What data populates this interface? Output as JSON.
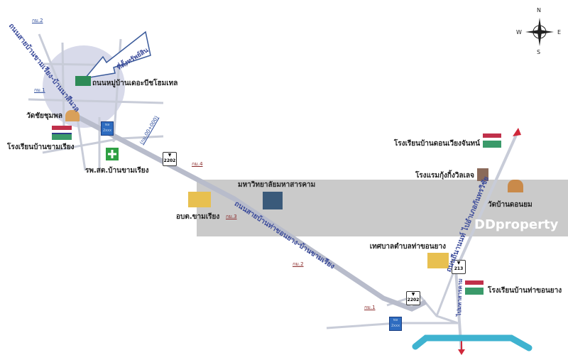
{
  "title_arrow": "ที่ตั้งทรัพย์สิน",
  "places": {
    "property": "ถนนหมู่บ้านเดอะบีชโฮมเทล",
    "temple1": "วัดชัยชุมพล",
    "school1": "โรงเรียนบ้านขามเรียง",
    "hospital": "รพ.สต.บ้านขามเรียง",
    "university": "มหาวิทยาลัยมหาสารคาม",
    "sao": "อบต.ขามเรียง",
    "school2": "โรงเรียนบ้านดอนเวียงจันทน์",
    "hotel": "โรงแรมกุ้งกิ้งวิลเลจ",
    "temple2": "วัดบ้านดอนยม",
    "municipality": "เทศบาลตำบลท่าขอนยาง",
    "school3": "โรงเรียนบ้านท่าขอนยาง"
  },
  "roads": {
    "r1": "ถนนสายบ้านขามเรียง-บ้านนาสีนวล",
    "r2": "ถนนสายบ้านท่าขอนยาง-บ้านขามเรียง",
    "r3": "ถนนถีนานนท์ ไปอำเภอกันทรวิชัย",
    "r4": "ไปมหาสารคาม"
  },
  "km": {
    "k2a": "กม.2",
    "k1a": "กม.1",
    "k0": "(กม.00+000)",
    "k4": "กม.4",
    "k3": "กม.3",
    "k2b": "กม.2",
    "k1b": "กม.1"
  },
  "shields": {
    "s2202": "2202",
    "s213": "213",
    "blue1": "ทล 2xxx",
    "blue2": "ทล 2xxx"
  },
  "compass": {
    "n": "N",
    "s": "S",
    "e": "E",
    "w": "W"
  },
  "watermark": "DDproperty",
  "colors": {
    "road": "#c8ccd8",
    "highway": "#b8bccb",
    "river": "#3fb3d0",
    "arrow": "#d0283a",
    "circle": "#d8daea"
  }
}
